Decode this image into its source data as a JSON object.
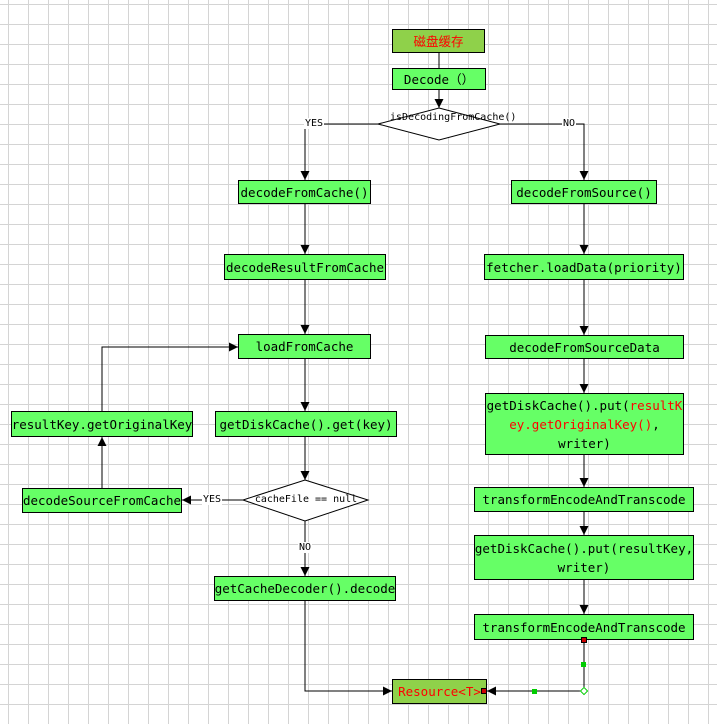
{
  "title": "磁盘缓存",
  "nodes": {
    "decode": "Decode（）",
    "decision_cache": "isDecodingFromCache()",
    "decode_from_cache": "decodeFromCache()",
    "decode_from_source": "decodeFromSource()",
    "decode_result_from_cache": "decodeResultFromCache",
    "fetcher_load_data": "fetcher.loadData(priority)",
    "load_from_cache": "loadFromCache",
    "decode_from_source_data": "decodeFromSourceData",
    "result_key_get_original_key": "resultKey.getOriginalKey",
    "get_disk_cache_get": "getDiskCache().get(key)",
    "disk_cache_put_original": {
      "line1a": "getDiskCache().put(",
      "line1b": "resultK",
      "line2a": "ey.getOriginalKey()",
      "line2b": ",",
      "line3": "writer)"
    },
    "decode_source_from_cache": "decodeSourceFromCache",
    "decision_null": "cacheFile == null",
    "transform_1": "transformEncodeAndTranscode",
    "disk_cache_put_result": {
      "line1": "getDiskCache().put(resultKey,",
      "line2": "writer)"
    },
    "get_cache_decoder": "getCacheDecoder().decode",
    "transform_2": "transformEncodeAndTranscode",
    "resource": "Resource<T>"
  },
  "edge_labels": {
    "yes_cache": "YES",
    "no_cache": "NO",
    "yes_null": "YES",
    "no_null": "NO"
  },
  "colors": {
    "node_fill": "#66ff66",
    "title_fill": "#8fd14a",
    "highlight_text": "#ff0000",
    "line": "#000000",
    "handle_blue": "#3333cc",
    "handle_red": "#cc0000",
    "handle_green": "#00cc00"
  }
}
